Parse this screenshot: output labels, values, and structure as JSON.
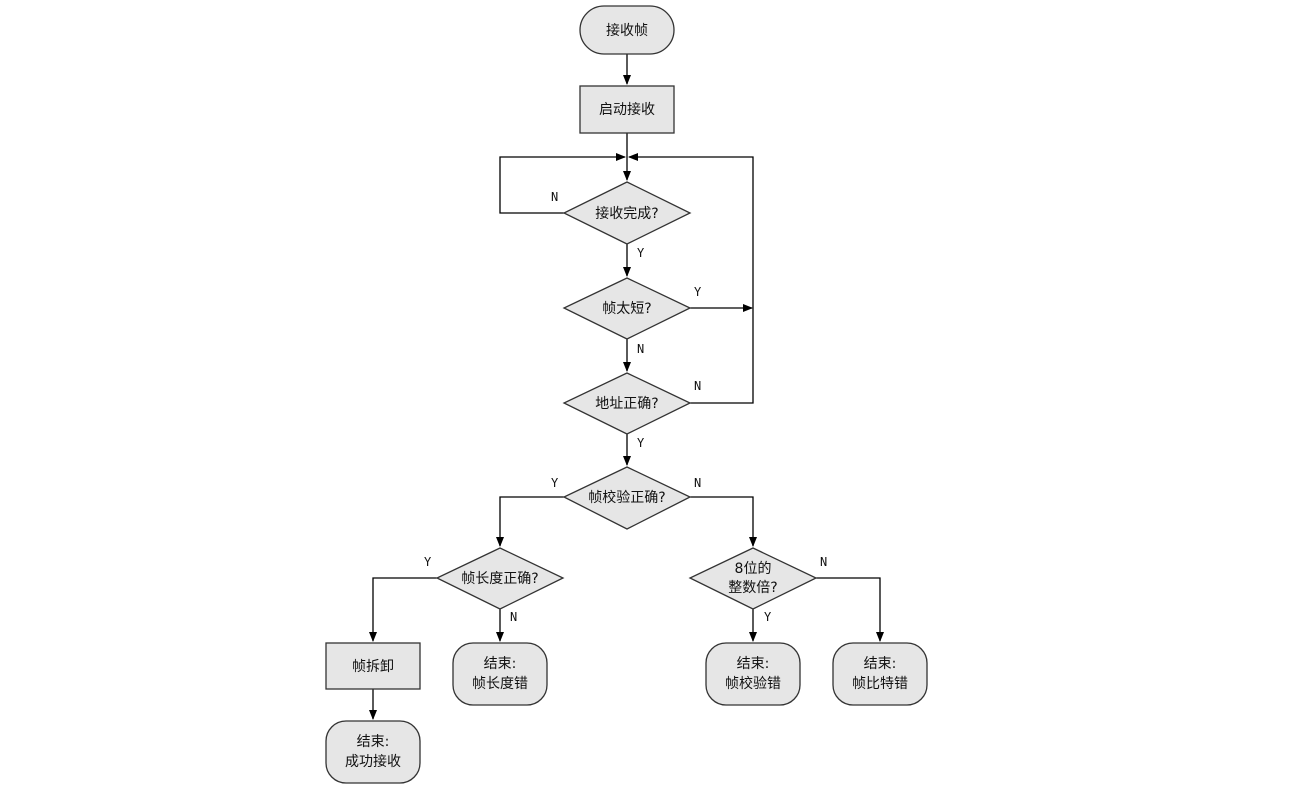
{
  "nodes": {
    "start": "接收帧",
    "start_receive": "启动接收",
    "recv_done": "接收完成?",
    "frame_too_short": "帧太短?",
    "address_ok": "地址正确?",
    "frame_check_ok": "帧校验正确?",
    "frame_len_ok": "帧长度正确?",
    "multiple_of_8_line1": "8位的",
    "multiple_of_8_line2": "整数倍?",
    "unpack_frame": "帧拆卸",
    "end_len_err_line1": "结束:",
    "end_len_err_line2": "帧长度错",
    "end_check_err_line1": "结束:",
    "end_check_err_line2": "帧校验错",
    "end_bit_err_line1": "结束:",
    "end_bit_err_line2": "帧比特错",
    "end_success_line1": "结束:",
    "end_success_line2": "成功接收"
  },
  "labels": {
    "recv_done_no": "N",
    "recv_done_yes": "Y",
    "too_short_yes": "Y",
    "too_short_no": "N",
    "address_no": "N",
    "address_yes": "Y",
    "check_yes": "Y",
    "check_no": "N",
    "len_yes": "Y",
    "len_no": "N",
    "mult8_no": "N",
    "mult8_yes": "Y"
  }
}
